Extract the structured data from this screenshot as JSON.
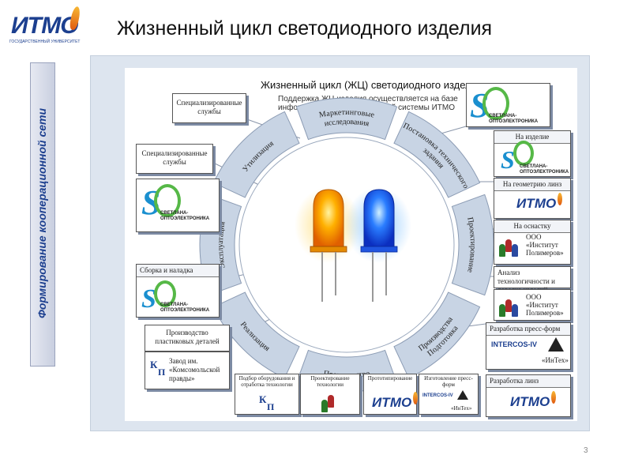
{
  "header": {
    "title": "Жизненный цикл светодиодного изделия",
    "logo_text": "ИТМО",
    "logo_subtext": "ГОСУДАРСТВЕННЫЙ УНИВЕРСИТЕТ"
  },
  "sidebar": {
    "vertical_text": "Формирование кооперационной сети"
  },
  "diagram": {
    "title": "Жизненный цикл (ЖЦ) светодиодного изделия",
    "subtitle_line1": "Поддержка ЖЦ изделия осуществляется на базе",
    "subtitle_line2": "информационно-аналитической системы ИТМО",
    "stages": [
      "Утилизация",
      "Маркетинговые исследования",
      "Постановка технического задания",
      "Проектирование",
      "Подготовка Производства",
      "Производство",
      "Реализация",
      "Эксплуатация"
    ],
    "left_boxes": {
      "spec_services_1": "Специализированные службы",
      "spec_services_2": "Специализированные службы",
      "assembly": "Сборка и наладка",
      "plastic_prod": "Производство пластиковых деталей",
      "plant": "Завод им. «Комсомольской правды»"
    },
    "right_boxes": {
      "for_product": "На изделие",
      "geometric_lens": "На геометрию линз",
      "tooling": "На оснастку",
      "ooo_1": "ООО",
      "inst_1": "«Институт",
      "poly_1": "Полимеров»",
      "tech_analysis": "Анализ технологичности и доводка изделий",
      "ooo_2": "ООО",
      "inst_2": "«Институт",
      "poly_2": "Полимеров»",
      "press_form_dev": "Разработка пресс-форм",
      "intercos_caption": "«ИнТех»",
      "lens_dev": "Разработка линз"
    },
    "bottom_boxes": {
      "equipment": "Подбор оборудования и отработка технологии",
      "tech_design": "Проектирование технологии",
      "prototyping": "Прототипирование",
      "press_mfg": "Изготовление пресс-форм",
      "intercos_caption2": "«ИнТех»"
    },
    "logos": {
      "svetlana_name": "СВЕТЛАНА-",
      "svetlana_sub": "ОПТОЭЛЕКТРОНИКА",
      "itmo": "ИТМО",
      "intercos": "INTERCOS-IV",
      "kp_top": "К",
      "kp_bottom": "П"
    }
  },
  "footer": {
    "page_number": "3"
  },
  "colors": {
    "brand_blue": "#1c3f8f",
    "ring_segment": "#c8d4e4",
    "panel_bg": "#dde5ef",
    "led_orange": "#f7a200",
    "led_blue": "#1a5dff"
  }
}
